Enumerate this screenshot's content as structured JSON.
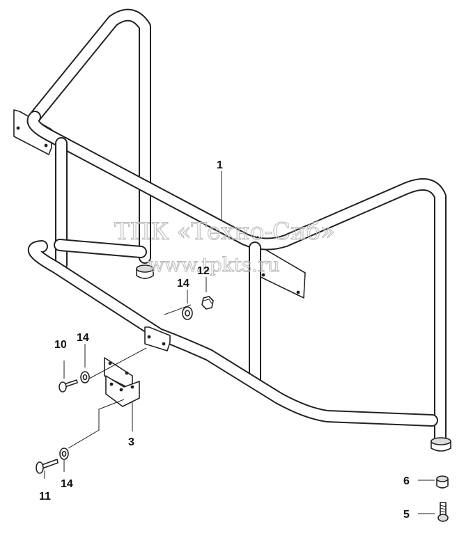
{
  "watermark": {
    "line1": "ТПК «Техно-Сиб»",
    "line2": "www.tpkts.ru"
  },
  "callouts": {
    "c1": "1",
    "c3": "3",
    "c5": "5",
    "c6": "6",
    "c10": "10",
    "c11": "11",
    "c12": "12",
    "c14_top": "14",
    "c14_mid": "14",
    "c14_bottom": "14"
  }
}
